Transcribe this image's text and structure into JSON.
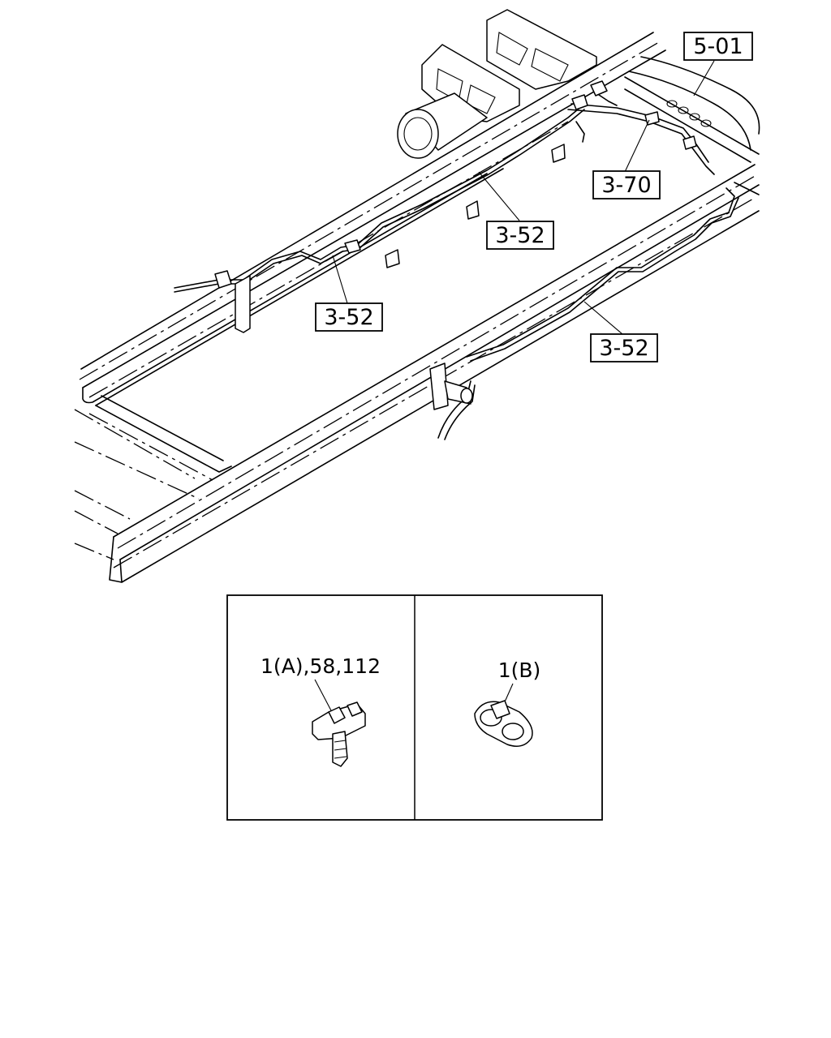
{
  "callouts": [
    {
      "id": "c1",
      "label": "5-01"
    },
    {
      "id": "c2",
      "label": "3-70"
    },
    {
      "id": "c3",
      "label": "3-52"
    },
    {
      "id": "c4",
      "label": "3-52"
    },
    {
      "id": "c5",
      "label": "3-52"
    }
  ],
  "inset": {
    "left_label": "1(A),58,112",
    "right_label": "1(B)"
  }
}
